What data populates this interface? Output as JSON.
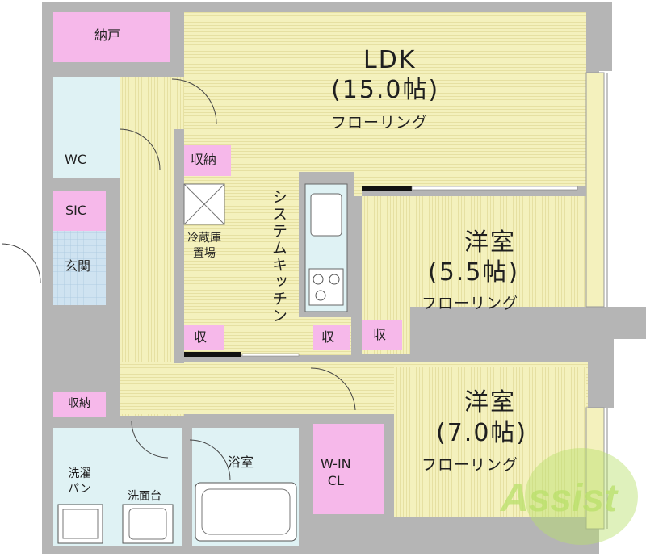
{
  "rooms": {
    "ldk": {
      "name": "LDK",
      "size": "(15.0帖)",
      "floor": "フローリング"
    },
    "western1": {
      "name": "洋室",
      "size": "(5.5帖)",
      "floor": "フローリング"
    },
    "western2": {
      "name": "洋室",
      "size": "(7.0帖)",
      "floor": "フローリング"
    },
    "nando": "納戸",
    "wc": "WC",
    "sic": "SIC",
    "entrance": "玄関",
    "storage_kitchen": "収納",
    "fridge": "冷蔵庫\n置場",
    "kitchen": "システムキッチン",
    "storage_small_a": "収",
    "storage_small_b": "収",
    "storage_small_c": "収",
    "storage_wash": "収納",
    "laundry": "洗濯\nパン",
    "washbasin": "洗面台",
    "bath": "浴室",
    "walkin": "W-IN\nCL"
  },
  "logo_text": "Assist",
  "colors": {
    "floor": "#f4f1bd",
    "wet": "#dff2f4",
    "storage": "#f6b8ea",
    "tile": "#cfe3f1",
    "wall": "#b5b5b5",
    "logo": "#b9e06a"
  }
}
